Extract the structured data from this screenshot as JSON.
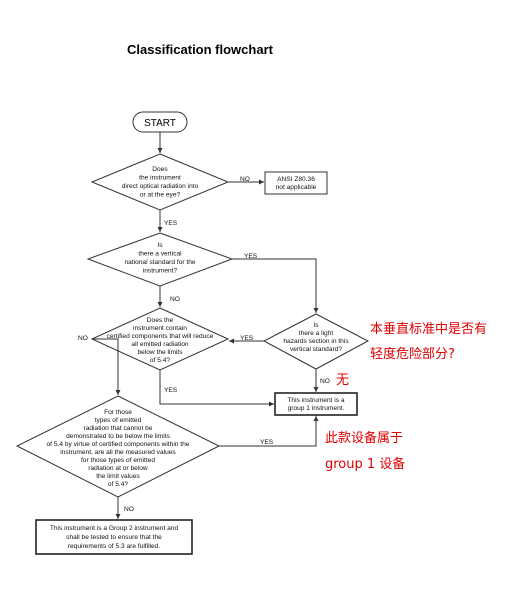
{
  "title": "Classification flowchart",
  "nodes": {
    "start": "START",
    "d1": [
      "Does",
      "the instrument",
      "direct optical radiation into",
      "or at the eye?"
    ],
    "ansi": [
      "ANSI Z80.36",
      "not applicable"
    ],
    "d2": [
      "Is",
      "there a vertical",
      "national standard for the",
      "instrument?"
    ],
    "d3": [
      "Does the",
      "instrument contain",
      "certified components that will reduce",
      "all emitted radiation",
      "below the limits",
      "of 5.4?"
    ],
    "d4": [
      "Is",
      "there a light",
      "hazards section in this",
      "vertical standard?"
    ],
    "group1": [
      "This instrument is a",
      "group 1 instrument."
    ],
    "d5": [
      "For those",
      "types of emitted",
      "radiation that cannot be",
      "demonstrated to be below the limits",
      "of 5.4 by virtue of certified components within the",
      "instrument, are all the measured values",
      "for those types of emitted",
      "radiation at or below",
      "the limit values",
      "of 5.4?"
    ],
    "group2": [
      "This instrument is a Group 2 instrument and",
      "shall be tested to ensure that the",
      "requirements of 5.3 are fulfilled."
    ]
  },
  "labels": {
    "yes": "YES",
    "no": "NO"
  },
  "annotations": {
    "q1": [
      "本垂直标准中是否有",
      "轻度危险部分?"
    ],
    "a1": "无",
    "a2": [
      "此款设备属于",
      "group 1 设备"
    ]
  },
  "colors": {
    "stroke": "#333333",
    "annotation": "#e10000"
  }
}
